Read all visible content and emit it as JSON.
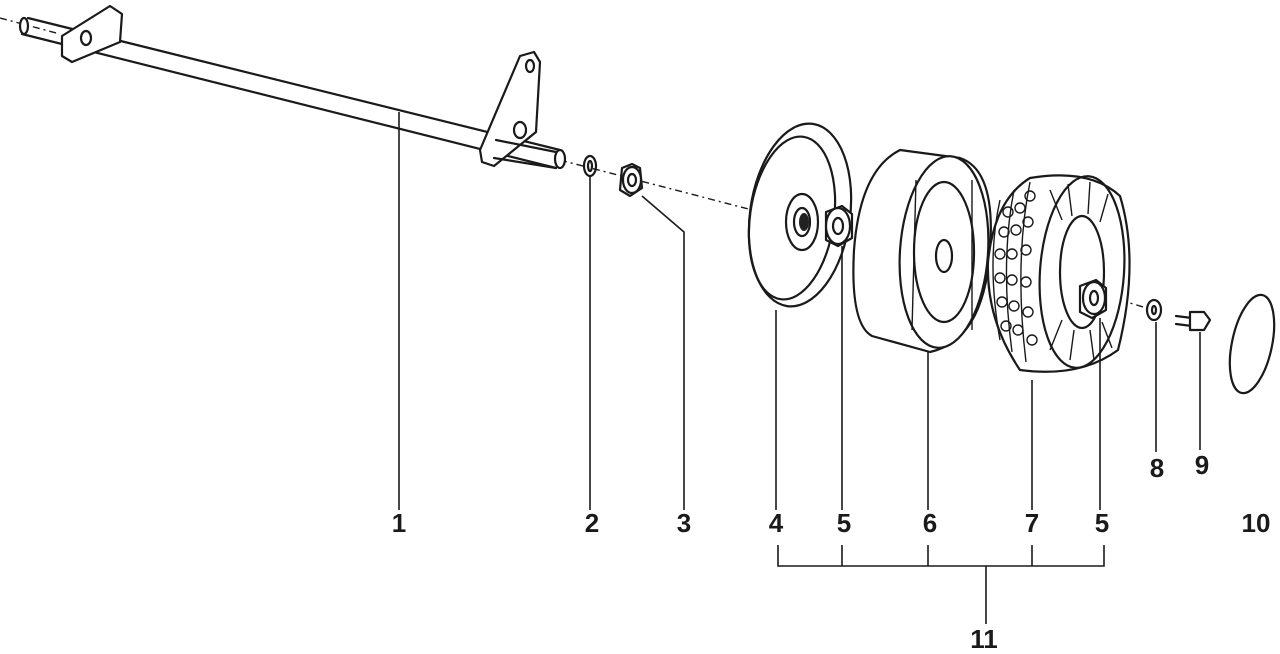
{
  "callouts": {
    "c1": "1",
    "c2": "2",
    "c3": "3",
    "c4": "4",
    "c5a": "5",
    "c6": "6",
    "c7": "7",
    "c5b": "5",
    "c8": "8",
    "c9": "9",
    "c10": "10",
    "c11": "11"
  },
  "colors": {
    "ink": "#1a1a1a",
    "paper": "#ffffff"
  }
}
